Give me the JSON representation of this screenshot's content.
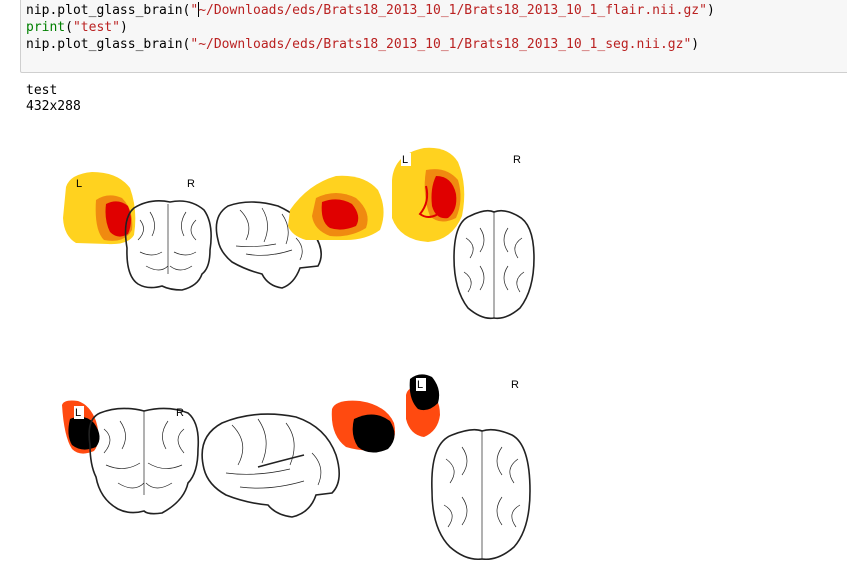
{
  "notebook": {
    "code_lines": [
      {
        "fn": "nip.plot_glass_brain(",
        "arg": "\"~/Downloads/eds/Brats18_2013_10_1/Brats18_2013_10_1_flair.nii.gz\"",
        "close": ")"
      },
      {
        "kw": "print",
        "open": "(",
        "arg": "\"test\"",
        "close": ")"
      },
      {
        "fn": "nip.plot_glass_brain(",
        "arg": "\"~/Downloads/eds/Brats18_2013_10_1/Brats18_2013_10_1_seg.nii.gz\"",
        "close": ")"
      }
    ],
    "output_lines": [
      "test",
      "432x288"
    ]
  },
  "figures": [
    {
      "views": [
        {
          "view": "coronal",
          "left_label": "L",
          "right_label": "R"
        },
        {
          "view": "sagittal"
        },
        {
          "view": "axial",
          "left_label": "L",
          "right_label": "R"
        }
      ],
      "overlay_colors": {
        "outer": "#ffd21f",
        "mid": "#f08a10",
        "core": "#e00000"
      }
    },
    {
      "views": [
        {
          "view": "coronal",
          "left_label": "L",
          "right_label": "R"
        },
        {
          "view": "sagittal"
        },
        {
          "view": "axial",
          "left_label": "L",
          "right_label": "R"
        }
      ],
      "overlay_colors": {
        "outer": "#ff4a10",
        "core": "#000000"
      }
    }
  ]
}
